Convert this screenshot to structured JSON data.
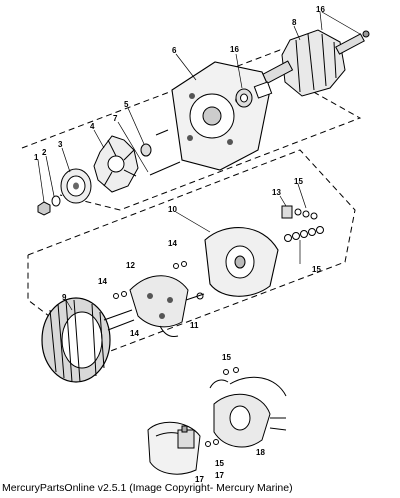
{
  "callouts": [
    {
      "id": "c1",
      "label": "1"
    },
    {
      "id": "c2",
      "label": "2"
    },
    {
      "id": "c3",
      "label": "3"
    },
    {
      "id": "c4",
      "label": "4"
    },
    {
      "id": "c5",
      "label": "5"
    },
    {
      "id": "c6",
      "label": "6"
    },
    {
      "id": "c7",
      "label": "7"
    },
    {
      "id": "c8",
      "label": "8"
    },
    {
      "id": "c9",
      "label": "9"
    },
    {
      "id": "c10",
      "label": "10"
    },
    {
      "id": "c11",
      "label": "11"
    },
    {
      "id": "c12",
      "label": "12"
    },
    {
      "id": "c13",
      "label": "13"
    },
    {
      "id": "c14a",
      "label": "14"
    },
    {
      "id": "c14b",
      "label": "14"
    },
    {
      "id": "c14c",
      "label": "14"
    },
    {
      "id": "c15a",
      "label": "15"
    },
    {
      "id": "c15b",
      "label": "15"
    },
    {
      "id": "c15c",
      "label": "15"
    },
    {
      "id": "c15d",
      "label": "15"
    },
    {
      "id": "c16a",
      "label": "16"
    },
    {
      "id": "c16b",
      "label": "16"
    },
    {
      "id": "c17a",
      "label": "17"
    },
    {
      "id": "c17b",
      "label": "17"
    },
    {
      "id": "c18",
      "label": "18"
    }
  ],
  "footer": {
    "text": "MercuryPartsOnline v2.5.1 (Image Copyright- Mercury Marine)"
  }
}
